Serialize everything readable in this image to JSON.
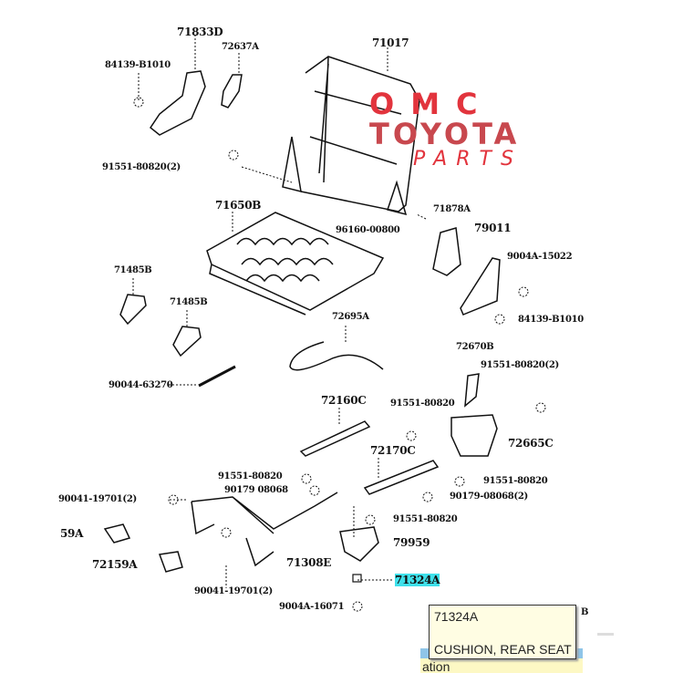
{
  "watermark": {
    "line1": "OMC",
    "line2": "TOYOTA",
    "line3": "PARTS",
    "color": "#e2343d"
  },
  "labels": {
    "p71833D": "71833D",
    "p72637A": "72637A",
    "p84139_left": "84139-B1010",
    "p71017": "71017",
    "p91551_2_left": "91551-80820(2)",
    "p71650B": "71650B",
    "p96160": "96160-00800",
    "p71878A": "71878A",
    "p79011": "79011",
    "p9004A_15022": "9004A-15022",
    "p84139_right": "84139-B1010",
    "p71485B_a": "71485B",
    "p71485B_b": "71485B",
    "p72695A": "72695A",
    "p90044": "90044-63270",
    "p72670B": "72670B",
    "p91551_2_right": "91551-80820(2)",
    "p72160C": "72160C",
    "p91551_mid": "91551-80820",
    "p72665C": "72665C",
    "p72170C": "72170C",
    "p91551_left2": "91551-80820",
    "p90179_left": "90179 08068",
    "p91551_right2": "91551-80820",
    "p90179_right": "90179-08068(2)",
    "p90041_left": "90041-19701(2)",
    "p91551_low": "91551-80820",
    "p59A": "59A",
    "p79959": "79959",
    "p72159A": "72159A",
    "p71308E": "71308E",
    "p71324A": "71324A",
    "p90041_bottom": "90041-19701(2)",
    "p9004A_16071": "9004A-16071",
    "p_cut": "B"
  },
  "tooltip": {
    "part": "71324A",
    "description": "CUSHION, REAR SEAT"
  },
  "status_fragment": "ation",
  "highlight_color": "#3fe0ea"
}
